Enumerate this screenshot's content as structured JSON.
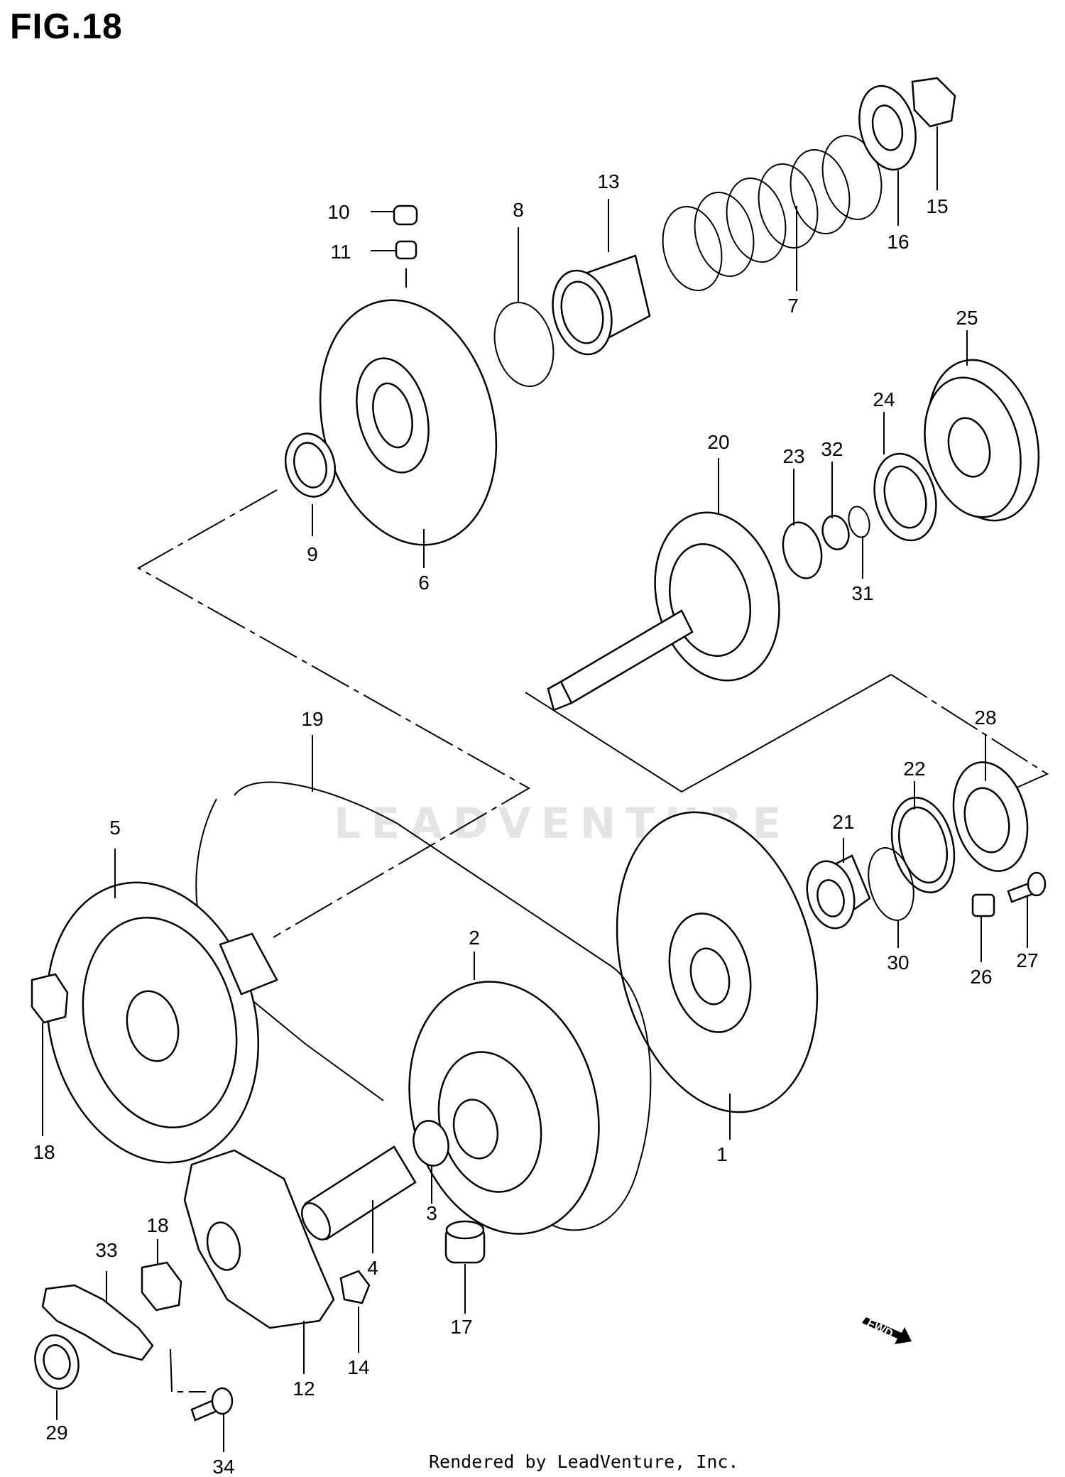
{
  "figure": {
    "title": "FIG.18",
    "footer": "Rendered by LeadVenture, Inc.",
    "watermark": "LEADVENTURE",
    "fwd_label": "FWD"
  },
  "callouts": [
    "1",
    "2",
    "3",
    "4",
    "5",
    "6",
    "7",
    "8",
    "9",
    "10",
    "11",
    "12",
    "13",
    "14",
    "15",
    "16",
    "17",
    "18",
    "18",
    "19",
    "20",
    "21",
    "22",
    "23",
    "24",
    "25",
    "26",
    "27",
    "28",
    "29",
    "30",
    "31",
    "32",
    "33",
    "34"
  ]
}
